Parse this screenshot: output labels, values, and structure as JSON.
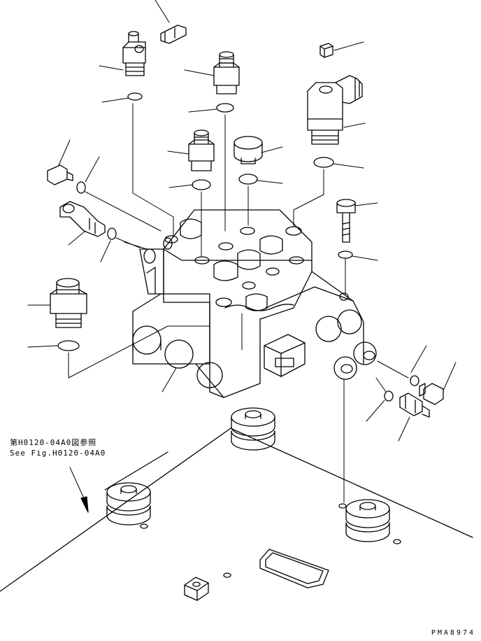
{
  "reference_note": {
    "japanese": "第H0120-04A0図参照",
    "english": "See Fig.H0120-04A0"
  },
  "drawing_number": "PMA8974",
  "colors": {
    "line": "#000000",
    "background": "#ffffff"
  }
}
